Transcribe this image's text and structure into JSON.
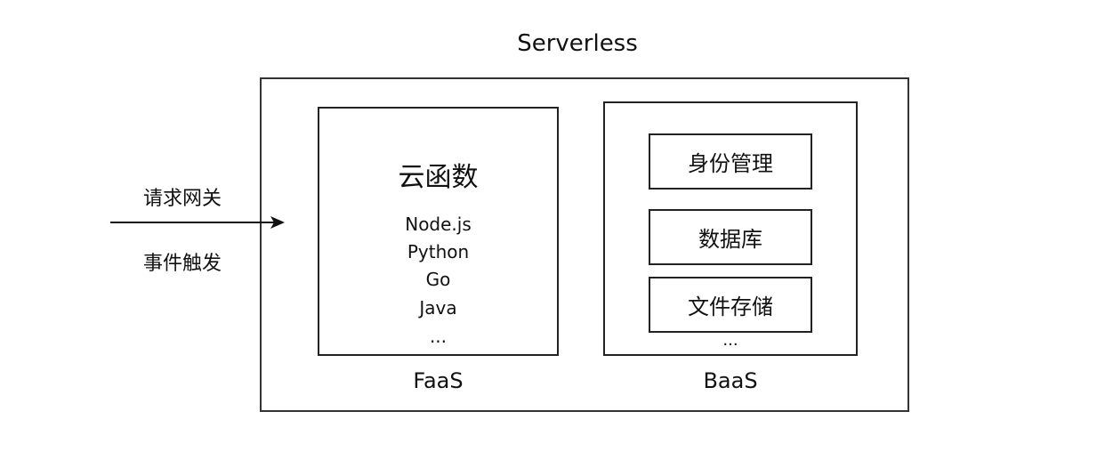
{
  "diagram": {
    "title": "Serverless",
    "triggers": [
      "请求网关",
      "事件触发"
    ],
    "faas": {
      "heading": "云函数",
      "runtimes": [
        "Node.js",
        "Python",
        "Go",
        "Java",
        "..."
      ],
      "label": "FaaS"
    },
    "baas": {
      "services": [
        "身份管理",
        "数据库",
        "文件存储"
      ],
      "ellipsis": "...",
      "label": "BaaS"
    }
  }
}
